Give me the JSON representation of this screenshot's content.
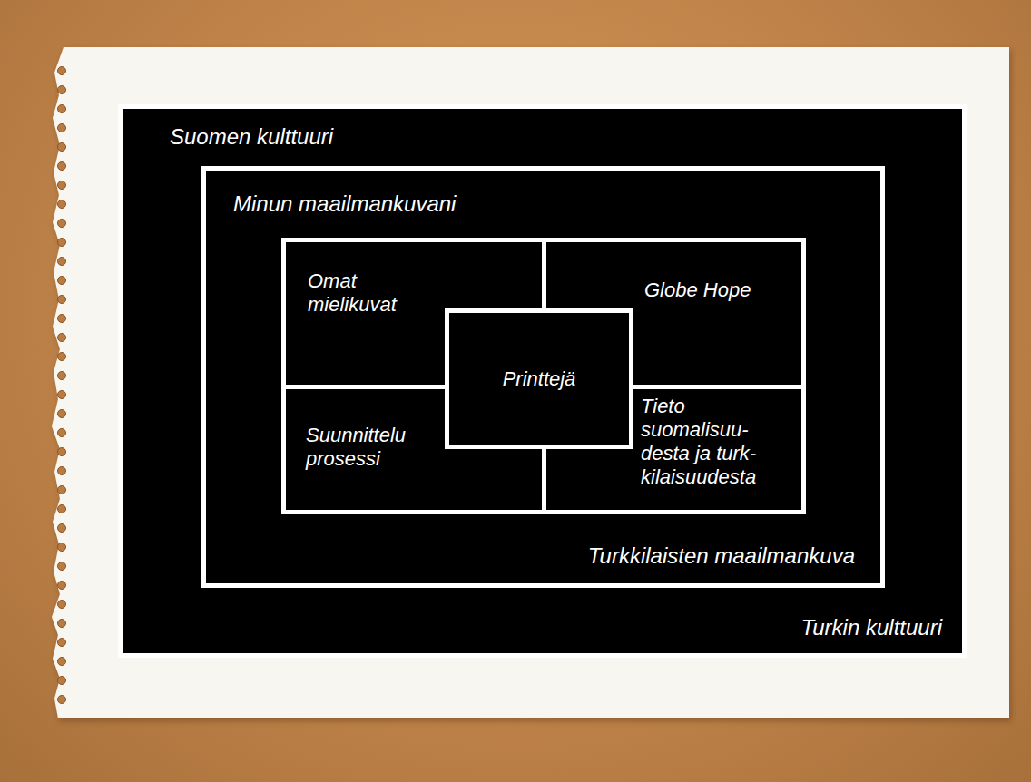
{
  "diagram": {
    "nodes": [
      {
        "text": [
          "Suomen kulttuuri",
          "Turkin kulttuuri"
        ]
      },
      {
        "text": [
          "Minun maailmankuvani",
          "Turkkilaisten maailmankuva"
        ],
        "in": 0
      },
      {
        "text": [
          "Omat mielikuvat"
        ],
        "in": 1
      },
      {
        "text": [
          "Globe Hope"
        ],
        "in": 1
      },
      {
        "text": [
          "Printtejä"
        ],
        "in": 1
      },
      {
        "text": [
          "Suunnittelu prosessi"
        ],
        "in": 1
      },
      {
        "text": [
          "Tieto suomalisuu- desta ja turk- kilaisuudesta"
        ],
        "in": 1
      }
    ]
  }
}
